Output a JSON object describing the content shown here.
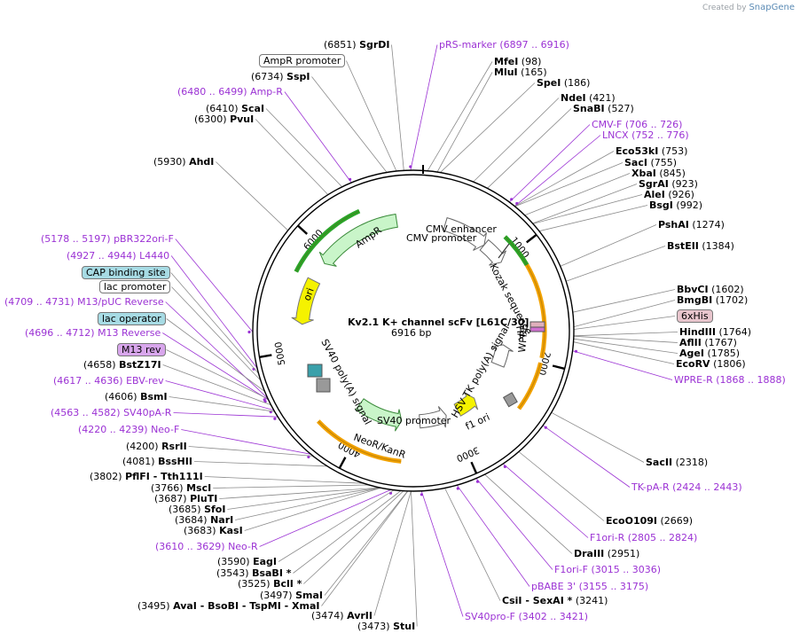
{
  "credit": {
    "prefix": "Created by",
    "brand": "SnapGene"
  },
  "plasmid": {
    "name": "Kv2.1 K+ channel scFv [L61C/30]",
    "length": "6916 bp"
  },
  "ticks": [
    "1000",
    "2000",
    "3000",
    "4000",
    "5000",
    "6000"
  ],
  "features": [
    {
      "name": "CMV enhancer",
      "type": "enhancer",
      "color": "#ffffff"
    },
    {
      "name": "CMV promoter",
      "type": "promoter",
      "color": "#ffffff"
    },
    {
      "name": "Kozak sequence",
      "type": "misc"
    },
    {
      "name": "HA",
      "type": "tag"
    },
    {
      "name": "WPRE",
      "type": "misc",
      "color": "#ffffff"
    },
    {
      "name": "HSV TK poly(A) signal",
      "type": "terminator",
      "color": "#999999"
    },
    {
      "name": "f1 ori",
      "type": "origin",
      "color": "#f5f200"
    },
    {
      "name": "SV40 promoter",
      "type": "promoter",
      "color": "#ffffff"
    },
    {
      "name": "NeoR/KanR",
      "type": "cds",
      "color": "#c9f5c9"
    },
    {
      "name": "SV40 poly(A) signal",
      "type": "terminator",
      "color": "#999999"
    },
    {
      "name": "ori",
      "type": "origin",
      "color": "#f5f200"
    },
    {
      "name": "AmpR",
      "type": "cds",
      "color": "#c9f5c9"
    }
  ],
  "left_labels": [
    {
      "kind": "site",
      "name": "SgrDI",
      "pos": "(6851)"
    },
    {
      "kind": "box",
      "name": "AmpR promoter",
      "color": "#ffffff"
    },
    {
      "kind": "site",
      "name": "SspI",
      "pos": "(6734)"
    },
    {
      "kind": "primer",
      "name": "Amp-R",
      "pos": "(6480 .. 6499)"
    },
    {
      "kind": "site",
      "name": "ScaI",
      "pos": "(6410)"
    },
    {
      "kind": "site",
      "name": "PvuI",
      "pos": "(6300)"
    },
    {
      "kind": "site",
      "name": "AhdI",
      "pos": "(5930)"
    },
    {
      "kind": "primer",
      "name": "pBR322ori-F",
      "pos": "(5178 .. 5197)"
    },
    {
      "kind": "primer",
      "name": "L4440",
      "pos": "(4927 .. 4944)"
    },
    {
      "kind": "box",
      "name": "CAP binding site",
      "color": "#a7dbe4"
    },
    {
      "kind": "box",
      "name": "lac promoter",
      "color": "#ffffff"
    },
    {
      "kind": "primer",
      "name": "M13/pUC Reverse",
      "pos": "(4709 .. 4731)"
    },
    {
      "kind": "box",
      "name": "lac operator",
      "color": "#a7dbe4"
    },
    {
      "kind": "primer",
      "name": "M13 Reverse",
      "pos": "(4696 .. 4712)"
    },
    {
      "kind": "box",
      "name": "M13 rev",
      "color": "#d8a6ec"
    },
    {
      "kind": "site",
      "name": "BstZ17I",
      "pos": "(4658)"
    },
    {
      "kind": "primer",
      "name": "EBV-rev",
      "pos": "(4617 .. 4636)"
    },
    {
      "kind": "site",
      "name": "BsmI",
      "pos": "(4606)"
    },
    {
      "kind": "primer",
      "name": "SV40pA-R",
      "pos": "(4563 .. 4582)"
    },
    {
      "kind": "primer",
      "name": "Neo-F",
      "pos": "(4220 .. 4239)"
    },
    {
      "kind": "site",
      "name": "RsrII",
      "pos": "(4200)"
    },
    {
      "kind": "site",
      "name": "BssHII",
      "pos": "(4081)"
    },
    {
      "kind": "site",
      "name": "PflFI  - Tth111I",
      "pos": "(3802)"
    },
    {
      "kind": "site",
      "name": "MscI",
      "pos": "(3766)"
    },
    {
      "kind": "site",
      "name": "PluTI",
      "pos": "(3687)"
    },
    {
      "kind": "site",
      "name": "SfoI",
      "pos": "(3685)"
    },
    {
      "kind": "site",
      "name": "NarI",
      "pos": "(3684)"
    },
    {
      "kind": "site",
      "name": "KasI",
      "pos": "(3683)"
    },
    {
      "kind": "primer",
      "name": "Neo-R",
      "pos": "(3610 .. 3629)"
    },
    {
      "kind": "site",
      "name": "EagI",
      "pos": "(3590)"
    },
    {
      "kind": "site",
      "name": "BsaBI *",
      "pos": "(3543)"
    },
    {
      "kind": "site",
      "name": "BclI *",
      "pos": "(3525)"
    },
    {
      "kind": "site",
      "name": "SmaI",
      "pos": "(3497)"
    },
    {
      "kind": "site",
      "name": "AvaI  - BsoBI  - TspMI  - XmaI",
      "pos": "(3495)"
    },
    {
      "kind": "site",
      "name": "AvrII",
      "pos": "(3474)"
    },
    {
      "kind": "site",
      "name": "StuI",
      "pos": "(3473)"
    }
  ],
  "right_labels": [
    {
      "kind": "primer",
      "name": "pRS-marker",
      "pos": "(6897 .. 6916)"
    },
    {
      "kind": "site",
      "name": "MfeI",
      "pos": "(98)"
    },
    {
      "kind": "site",
      "name": "MluI",
      "pos": "(165)"
    },
    {
      "kind": "site",
      "name": "SpeI",
      "pos": "(186)"
    },
    {
      "kind": "site",
      "name": "NdeI",
      "pos": "(421)"
    },
    {
      "kind": "site",
      "name": "SnaBI",
      "pos": "(527)"
    },
    {
      "kind": "primer",
      "name": "CMV-F",
      "pos": "(706 .. 726)"
    },
    {
      "kind": "primer",
      "name": "LNCX",
      "pos": "(752 .. 776)"
    },
    {
      "kind": "site",
      "name": "Eco53kI",
      "pos": "(753)"
    },
    {
      "kind": "site",
      "name": "SacI",
      "pos": "(755)"
    },
    {
      "kind": "site",
      "name": "XbaI",
      "pos": "(845)"
    },
    {
      "kind": "site",
      "name": "SgrAI",
      "pos": "(923)"
    },
    {
      "kind": "site",
      "name": "AleI",
      "pos": "(926)"
    },
    {
      "kind": "site",
      "name": "BsgI",
      "pos": "(992)"
    },
    {
      "kind": "site",
      "name": "PshAI",
      "pos": "(1274)"
    },
    {
      "kind": "site",
      "name": "BstEII",
      "pos": "(1384)"
    },
    {
      "kind": "site",
      "name": "BbvCI",
      "pos": "(1602)"
    },
    {
      "kind": "site",
      "name": "BmgBI",
      "pos": "(1702)"
    },
    {
      "kind": "box",
      "name": "6xHis",
      "color": "#e8c5cd"
    },
    {
      "kind": "site",
      "name": "HindIII",
      "pos": "(1764)"
    },
    {
      "kind": "site",
      "name": "AflII",
      "pos": "(1767)"
    },
    {
      "kind": "site",
      "name": "AgeI",
      "pos": "(1785)"
    },
    {
      "kind": "site",
      "name": "EcoRV",
      "pos": "(1806)"
    },
    {
      "kind": "primer",
      "name": "WPRE-R",
      "pos": "(1868 .. 1888)"
    },
    {
      "kind": "site",
      "name": "SacII",
      "pos": "(2318)"
    },
    {
      "kind": "primer",
      "name": "TK-pA-R",
      "pos": "(2424 .. 2443)"
    },
    {
      "kind": "site",
      "name": "EcoO109I",
      "pos": "(2669)"
    },
    {
      "kind": "primer",
      "name": "F1ori-R",
      "pos": "(2805 .. 2824)"
    },
    {
      "kind": "site",
      "name": "DraIII",
      "pos": "(2951)"
    },
    {
      "kind": "primer",
      "name": "F1ori-F",
      "pos": "(3015 .. 3036)"
    },
    {
      "kind": "primer",
      "name": "pBABE 3'",
      "pos": "(3155 .. 3175)"
    },
    {
      "kind": "site",
      "name": "CsiI  - SexAI *",
      "pos": "(3241)"
    },
    {
      "kind": "primer",
      "name": "SV40pro-F",
      "pos": "(3402 .. 3421)"
    }
  ],
  "colors": {
    "primer": "#9b32d4",
    "gray_line": "#8a8a8a",
    "orange": "#f2a200",
    "green": "#2aa62a"
  }
}
